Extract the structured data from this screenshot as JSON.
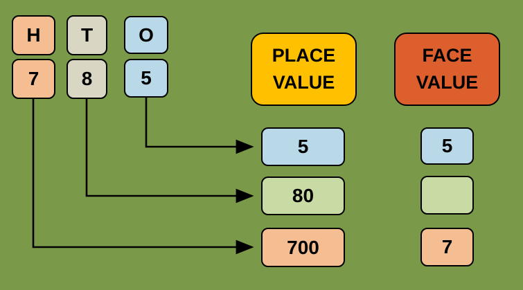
{
  "background_color": "#7a9a4a",
  "colors": {
    "peach": "#f5bd92",
    "tan": "#d9d6c3",
    "blue": "#b9d8e8",
    "light_green": "#c9dba4",
    "gold": "#ffc000",
    "orange_red": "#dd5f2d",
    "line": "#000000"
  },
  "columns": {
    "headers": [
      {
        "label": "H",
        "color": "#f5bd92"
      },
      {
        "label": "T",
        "color": "#d9d6c3"
      },
      {
        "label": "O",
        "color": "#b9d8e8"
      }
    ],
    "digits": [
      {
        "label": "7",
        "color": "#f5bd92"
      },
      {
        "label": "8",
        "color": "#d9d6c3"
      },
      {
        "label": "5",
        "color": "#b9d8e8"
      }
    ]
  },
  "place_value": {
    "title": "PLACE VALUE",
    "title_color": "#ffc000",
    "items": [
      {
        "value": "5",
        "color": "#b9d8e8"
      },
      {
        "value": "80",
        "color": "#c9dba4"
      },
      {
        "value": "700",
        "color": "#f5bd92"
      }
    ]
  },
  "face_value": {
    "title": "FACE VALUE",
    "title_color": "#dd5f2d",
    "items": [
      {
        "value": "5",
        "color": "#b9d8e8"
      },
      {
        "value": "",
        "color": "#c9dba4"
      },
      {
        "value": "7",
        "color": "#f5bd92"
      }
    ]
  }
}
